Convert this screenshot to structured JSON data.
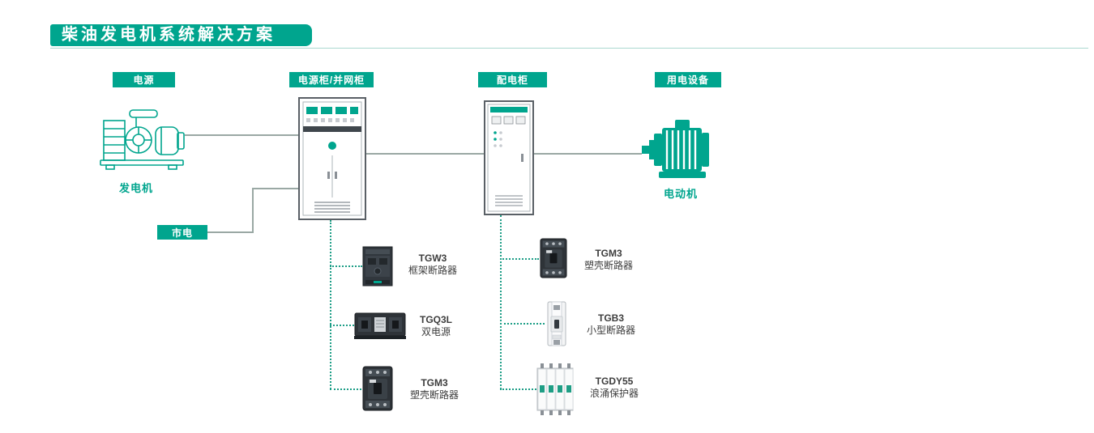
{
  "page": {
    "title": "柴油发电机系统解决方案"
  },
  "badges": {
    "power_source": "电源",
    "power_cabinet": "电源柜/并网柜",
    "distribution_cabinet": "配电柜",
    "load_equipment": "用电设备",
    "mains": "市电"
  },
  "nodes": {
    "generator": "发电机",
    "motor": "电动机"
  },
  "products_left": [
    {
      "name": "TGW3",
      "desc": "框架断路器"
    },
    {
      "name": "TGQ3L",
      "desc": "双电源"
    },
    {
      "name": "TGM3",
      "desc": "塑壳断路器"
    }
  ],
  "products_right": [
    {
      "name": "TGM3",
      "desc": "塑壳断路器"
    },
    {
      "name": "TGB3",
      "desc": "小型断路器"
    },
    {
      "name": "TGDY55",
      "desc": "浪涌保护器"
    }
  ],
  "colors": {
    "accent": "#00A58E",
    "connector_line": "#9AA8A4",
    "dotted_line": "#1E9E87",
    "product_text": "#3D3D3D"
  }
}
